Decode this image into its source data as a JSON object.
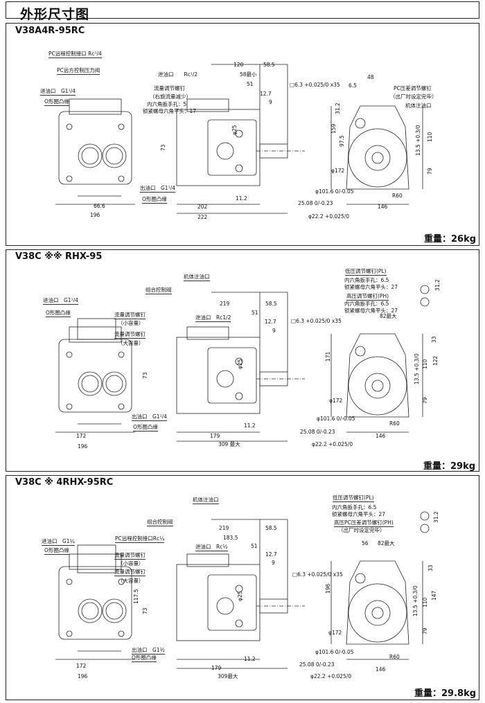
{
  "page_title": "外形尺寸图",
  "sections": [
    {
      "title": "V38A4R-95RC",
      "weight": "重量：26kg",
      "callouts": [
        "PC远程控制接口 Rc¹/4",
        "PC远方控制压力阀",
        "进油口　G1¹/4",
        "O形圈凸缘",
        "泄油口　　Rc¹/2",
        "流量调节螺钉",
        "（右旋流量减少）",
        "内六角扳手孔：5",
        "锁紧螺母六角平头：17",
        "PC压差调节螺钉",
        "（出厂时设定完毕）",
        "机体注油口",
        "出油口　G1¹/4",
        "O形圈凸缘"
      ],
      "dimensions": [
        "120",
        "58.5",
        "58最小",
        "51",
        "12.7",
        "9",
        "□6.3 +0.025/0 x35",
        "48",
        "6.5",
        "31.2",
        "159",
        "97.5",
        "73",
        "φ25",
        "13.5 +0.3/0",
        "110",
        "79",
        "66.6",
        "196",
        "11.2",
        "202",
        "222",
        "φ172",
        "φ101.6 0/-0.05",
        "25.08 0/-0.23",
        "φ22.2 +0.025/0",
        "R60",
        "146"
      ]
    },
    {
      "title": "V38C ※※ RHX-95",
      "weight": "重量：29kg",
      "callouts": [
        "机体注油口",
        "组合控制阀",
        "泄油口　Rc1/2",
        "进油口　G1¹/4",
        "O形圈凸缘",
        "流量调节螺钉",
        "（小容量）",
        "流量调节螺钉",
        "（大容量）",
        "低压调节螺钉(PL)",
        "内六角扳手孔：6.5",
        "锁紧螺母六角平头：27",
        "高压调节螺钉(PH)",
        "内六角扳手孔：6.5",
        "锁紧螺母六角平头：27",
        "出油口　G1¹/4",
        "O形圈凸缘"
      ],
      "dimensions": [
        "219",
        "58.5",
        "51",
        "12.7",
        "9",
        "□6.3 +0.025/0 x35",
        "31.2",
        "82最大",
        "171",
        "73",
        "φ25",
        "13.5 +0.3/0",
        "110",
        "122",
        "33",
        "79",
        "172",
        "196",
        "11.2",
        "179",
        "309 最大",
        "φ172",
        "φ101.6 0/-0.05",
        "25.08 0/-0.23",
        "φ22.2 +0.025/0",
        "R60",
        "146"
      ]
    },
    {
      "title": "V38C ※ 4RHX-95RC",
      "weight": "重量：29.8kg",
      "callouts": [
        "机体注油口",
        "组合控制阀",
        "PC远程控制接口Rc¼",
        "泄油口　Rc½",
        "进油口　G1¼",
        "O形圈凸缘",
        "流量调节螺钉",
        "（小容量）",
        "流量调节螺钉",
        "（大容量）",
        "低压调节螺钉(PL)",
        "内六角扳手孔：6.5",
        "锁紧螺母六角平头：27",
        "高压PC压差调节螺钉(PH)",
        "（出厂时设定完毕）",
        "出油口　G1½",
        "O形圈凸缘"
      ],
      "dimensions": [
        "219",
        "58.5",
        "183.5",
        "51",
        "12.7",
        "9",
        "□6.3 +0.025/0 x35",
        "56",
        "82最大",
        "31.2",
        "33",
        "196",
        "147",
        "117.5",
        "73",
        "φ25",
        "13.5 +0.3/0",
        "110",
        "79",
        "172",
        "196",
        "11.2",
        "179",
        "309最大",
        "φ172",
        "φ101.6 0/-0.05",
        "25.08 0/-0.23",
        "φ22.2 +0.025/0",
        "R60",
        "146"
      ]
    }
  ]
}
